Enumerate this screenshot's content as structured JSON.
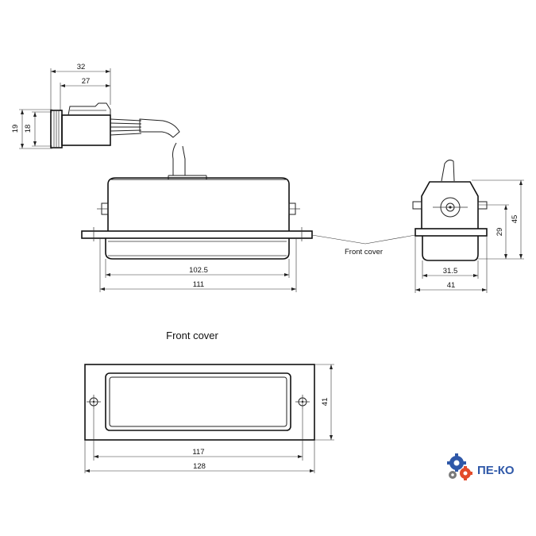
{
  "dimensions": {
    "side_width_outer": "32",
    "side_width_inner": "27",
    "side_height_outer": "19",
    "side_height_inner": "18",
    "front_body_width": "102.5",
    "front_flange_width": "111",
    "end_height_total": "45",
    "end_height_body": "29",
    "end_base_inner": "31.5",
    "end_base_outer": "41",
    "cover_height": "41",
    "cover_hole_spacing": "117",
    "cover_width": "128"
  },
  "labels": {
    "front_cover_callout": "Front cover",
    "front_cover_title": "Front cover"
  },
  "logo": {
    "text": "ПЕ-КО",
    "icon": "gear-cluster-icon",
    "colors": [
      "#2f58a8",
      "#e34b2a",
      "#7a7a7a"
    ]
  }
}
